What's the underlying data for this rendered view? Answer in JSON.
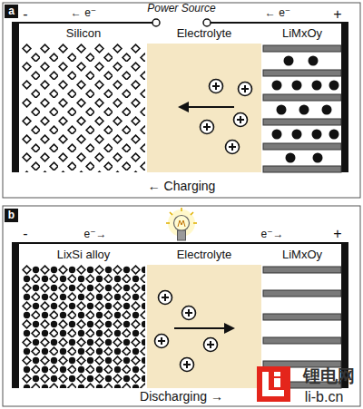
{
  "diagram": {
    "nodes": [
      {
        "text": [
          "a"
        ]
      },
      {
        "text": [
          "Silicon"
        ]
      },
      {
        "text": [
          "Electrolyte"
        ]
      },
      {
        "text": [
          "LiMxOy"
        ]
      },
      {
        "text": [
          "b"
        ]
      },
      {
        "text": [
          "LixSi alloy"
        ]
      },
      {
        "text": [
          "Electrolyte"
        ]
      },
      {
        "text": [
          "LiMxOy"
        ]
      }
    ],
    "labels": [
      "-",
      "← e⁻",
      "Power Source",
      "← e⁻",
      "+",
      "← Charging",
      "-",
      "e⁻→",
      "e⁻→",
      "+",
      "Discharging →",
      "锂电网",
      "li-b.cn"
    ]
  }
}
